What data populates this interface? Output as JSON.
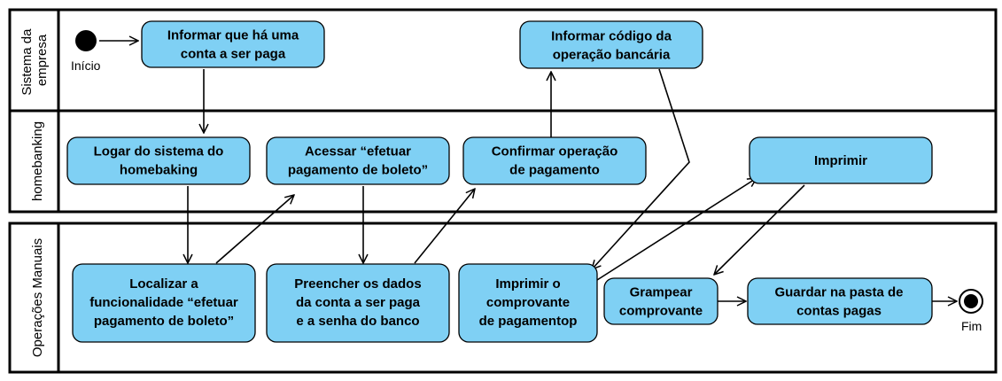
{
  "colors": {
    "activity_fill": "#7fd0f4",
    "stroke": "#000000",
    "background": "#ffffff"
  },
  "lanes": {
    "empresa": {
      "title": [
        "Sistema da",
        "empresa"
      ]
    },
    "homebanking": {
      "title": [
        "homebanking"
      ]
    },
    "manuais": {
      "title": [
        "Operações Manuais"
      ]
    }
  },
  "start": {
    "label": "Início"
  },
  "end": {
    "label": "Fim"
  },
  "activities": {
    "informar_conta": {
      "lines": [
        "Informar que há uma",
        "conta a ser paga"
      ]
    },
    "informar_codigo": {
      "lines": [
        "Informar código da",
        "operação bancária"
      ]
    },
    "logar": {
      "lines": [
        "Logar do sistema do",
        "homebaking"
      ]
    },
    "acessar": {
      "lines": [
        "Acessar “efetuar",
        "pagamento de boleto”"
      ]
    },
    "confirmar": {
      "lines": [
        "Confirmar operação",
        "de pagamento"
      ]
    },
    "imprimir": {
      "lines": [
        "Imprimir"
      ]
    },
    "localizar": {
      "lines": [
        "Localizar a",
        "funcionalidade “efetuar",
        "pagamento de boleto”"
      ]
    },
    "preencher": {
      "lines": [
        "Preencher os dados",
        "da conta a ser paga",
        "e a senha do banco"
      ]
    },
    "imprimir_comprovante": {
      "lines": [
        "Imprimir o",
        "comprovante",
        "de pagamentop"
      ]
    },
    "grampear": {
      "lines": [
        "Grampear",
        "comprovante"
      ]
    },
    "guardar": {
      "lines": [
        "Guardar na pasta de",
        "contas pagas"
      ]
    }
  }
}
